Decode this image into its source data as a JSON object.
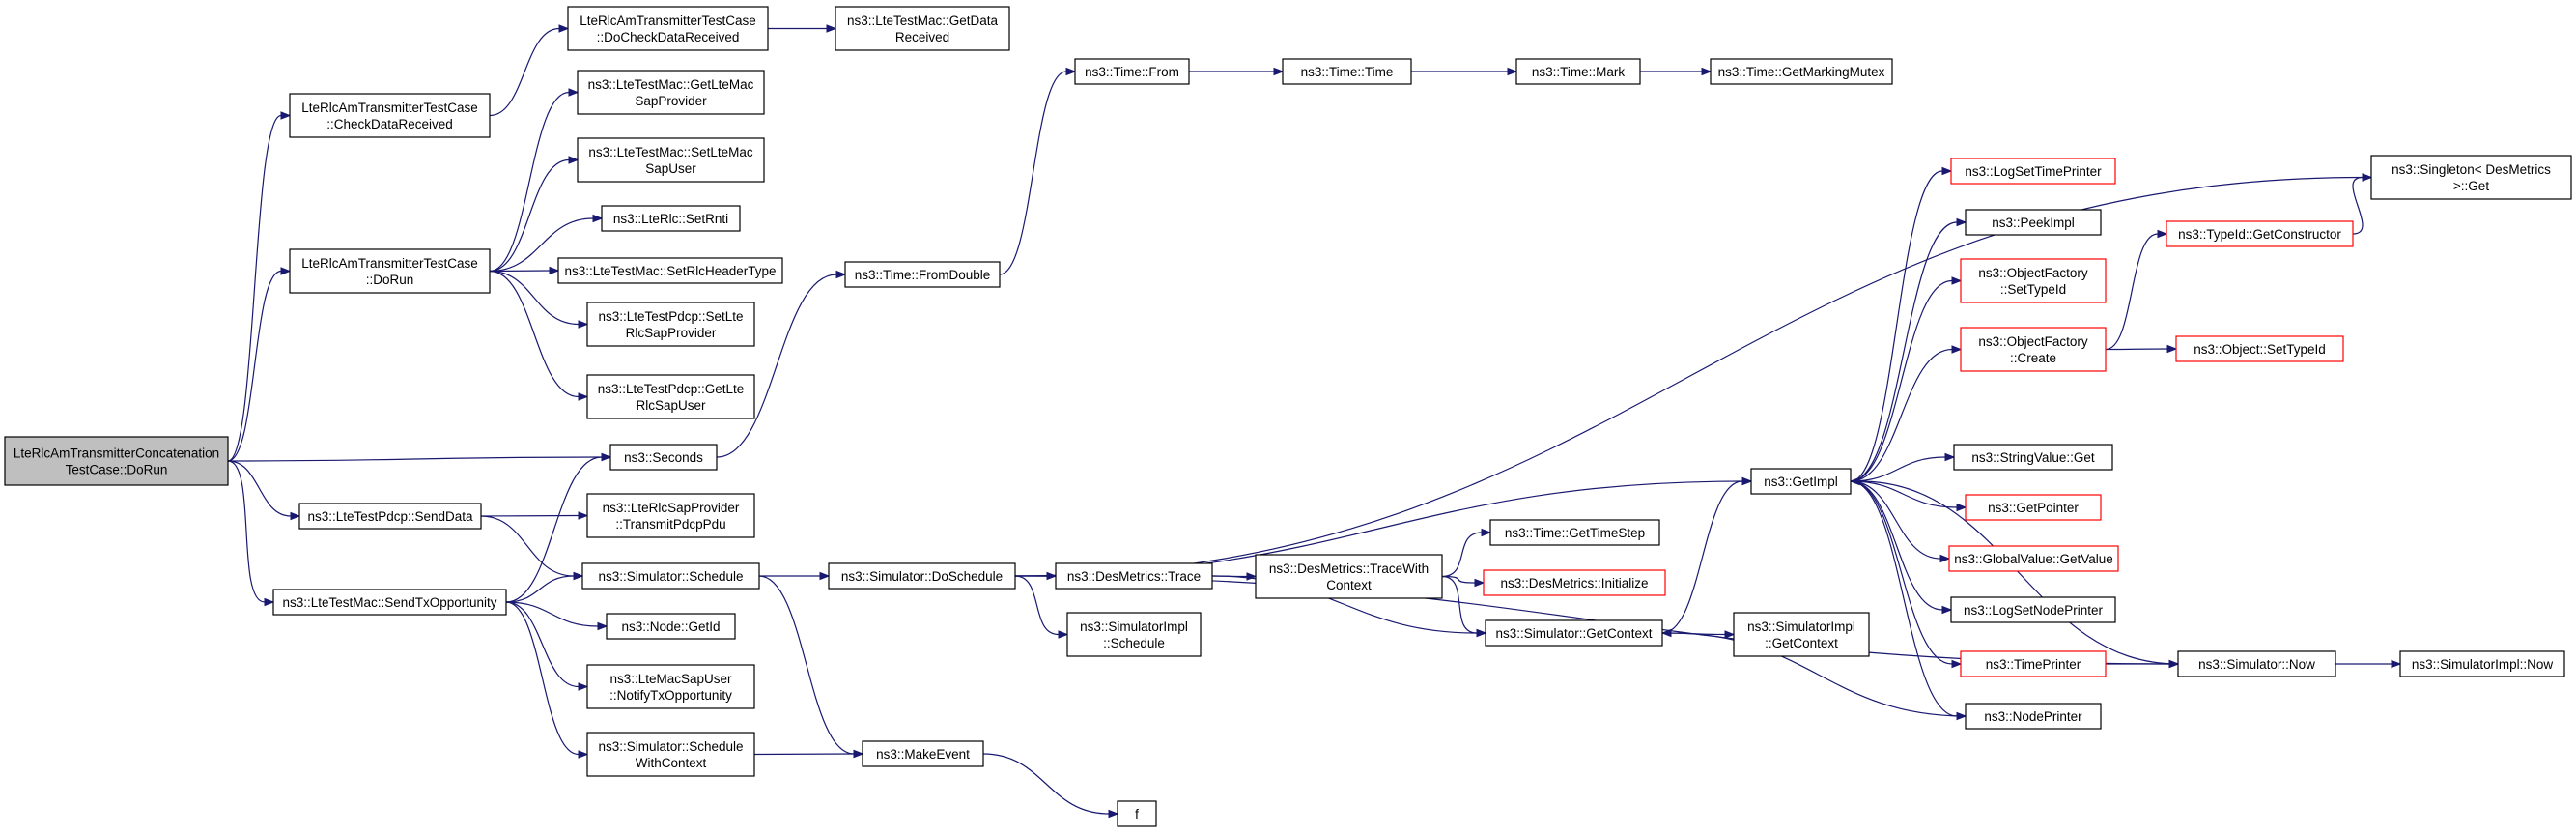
{
  "graph": {
    "nodes": {
      "root": {
        "lines": [
          "LteRlcAmTransmitterConcatenation",
          "TestCase::DoRun"
        ],
        "style": "root"
      },
      "cdr": {
        "lines": [
          "LteRlcAmTransmitterTestCase",
          "::CheckDataReceived"
        ]
      },
      "docdr": {
        "lines": [
          "LteRlcAmTransmitterTestCase",
          "::DoCheckDataReceived"
        ]
      },
      "getdata": {
        "lines": [
          "ns3::LteTestMac::GetData",
          "Received"
        ]
      },
      "dorun": {
        "lines": [
          "LteRlcAmTransmitterTestCase",
          "::DoRun"
        ]
      },
      "getltemac": {
        "lines": [
          "ns3::LteTestMac::GetLteMac",
          "SapProvider"
        ]
      },
      "setltemac": {
        "lines": [
          "ns3::LteTestMac::SetLteMac",
          "SapUser"
        ]
      },
      "setrnti": {
        "lines": [
          "ns3::LteRlc::SetRnti"
        ]
      },
      "setrlchdr": {
        "lines": [
          "ns3::LteTestMac::SetRlcHeaderType"
        ]
      },
      "setlterlc": {
        "lines": [
          "ns3::LteTestPdcp::SetLte",
          "RlcSapProvider"
        ]
      },
      "getlterlc": {
        "lines": [
          "ns3::LteTestPdcp::GetLte",
          "RlcSapUser"
        ]
      },
      "seconds": {
        "lines": [
          "ns3::Seconds"
        ]
      },
      "senddata": {
        "lines": [
          "ns3::LteTestPdcp::SendData"
        ]
      },
      "transmitpdcp": {
        "lines": [
          "ns3::LteRlcSapProvider",
          "::TransmitPdcpPdu"
        ]
      },
      "schedule": {
        "lines": [
          "ns3::Simulator::Schedule"
        ]
      },
      "sendtx": {
        "lines": [
          "ns3::LteTestMac::SendTxOpportunity"
        ]
      },
      "getid": {
        "lines": [
          "ns3::Node::GetId"
        ]
      },
      "notifytx": {
        "lines": [
          "ns3::LteMacSapUser",
          "::NotifyTxOpportunity"
        ]
      },
      "schedwc": {
        "lines": [
          "ns3::Simulator::Schedule",
          "WithContext"
        ]
      },
      "makeevent": {
        "lines": [
          "ns3::MakeEvent"
        ]
      },
      "f": {
        "lines": [
          "f"
        ]
      },
      "fromdouble": {
        "lines": [
          "ns3::Time::FromDouble"
        ]
      },
      "timefrom": {
        "lines": [
          "ns3::Time::From"
        ]
      },
      "timetime": {
        "lines": [
          "ns3::Time::Time"
        ]
      },
      "timemark": {
        "lines": [
          "ns3::Time::Mark"
        ]
      },
      "getmarking": {
        "lines": [
          "ns3::Time::GetMarkingMutex"
        ]
      },
      "doschedule": {
        "lines": [
          "ns3::Simulator::DoSchedule"
        ]
      },
      "destrace": {
        "lines": [
          "ns3::DesMetrics::Trace"
        ]
      },
      "simimplsched": {
        "lines": [
          "ns3::SimulatorImpl",
          "::Schedule"
        ]
      },
      "tracewc": {
        "lines": [
          "ns3::DesMetrics::TraceWith",
          "Context"
        ]
      },
      "gettimestep": {
        "lines": [
          "ns3::Time::GetTimeStep"
        ]
      },
      "desinit": {
        "lines": [
          "ns3::DesMetrics::Initialize"
        ],
        "style": "red"
      },
      "getcontext": {
        "lines": [
          "ns3::Simulator::GetContext"
        ]
      },
      "simimplctx": {
        "lines": [
          "ns3::SimulatorImpl",
          "::GetContext"
        ]
      },
      "getimpl": {
        "lines": [
          "ns3::GetImpl"
        ]
      },
      "singleton": {
        "lines": [
          "ns3::Singleton< DesMetrics",
          ">::Get"
        ]
      },
      "logsettime": {
        "lines": [
          "ns3::LogSetTimePrinter"
        ],
        "style": "red"
      },
      "peekimpl": {
        "lines": [
          "ns3::PeekImpl"
        ]
      },
      "ofsettype": {
        "lines": [
          "ns3::ObjectFactory",
          "::SetTypeId"
        ],
        "style": "red"
      },
      "ofcreate": {
        "lines": [
          "ns3::ObjectFactory",
          "::Create"
        ],
        "style": "red"
      },
      "getconstructor": {
        "lines": [
          "ns3::TypeId::GetConstructor"
        ],
        "style": "red"
      },
      "objsettype": {
        "lines": [
          "ns3::Object::SetTypeId"
        ],
        "style": "red"
      },
      "stringget": {
        "lines": [
          "ns3::StringValue::Get"
        ]
      },
      "getpointer": {
        "lines": [
          "ns3::GetPointer"
        ],
        "style": "red"
      },
      "globalget": {
        "lines": [
          "ns3::GlobalValue::GetValue"
        ],
        "style": "red"
      },
      "logsetnode": {
        "lines": [
          "ns3::LogSetNodePrinter"
        ]
      },
      "timeprinter": {
        "lines": [
          "ns3::TimePrinter"
        ],
        "style": "red"
      },
      "nodeprinter": {
        "lines": [
          "ns3::NodePrinter"
        ]
      },
      "simnow": {
        "lines": [
          "ns3::Simulator::Now"
        ]
      },
      "simimplnow": {
        "lines": [
          "ns3::SimulatorImpl::Now"
        ]
      }
    }
  }
}
